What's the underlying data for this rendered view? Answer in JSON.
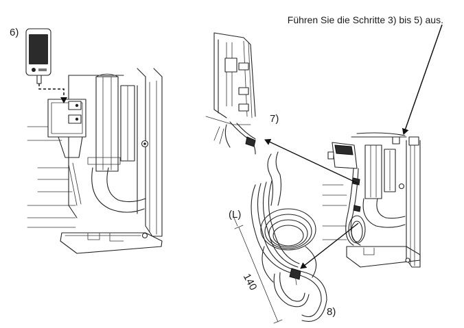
{
  "labels": {
    "instruction": "Führen Sie die Schritte 3) bis 5) aus.",
    "step6": "6)",
    "step7": "7)",
    "step8": "8)",
    "length_label": "(L)",
    "dimension": "140"
  }
}
